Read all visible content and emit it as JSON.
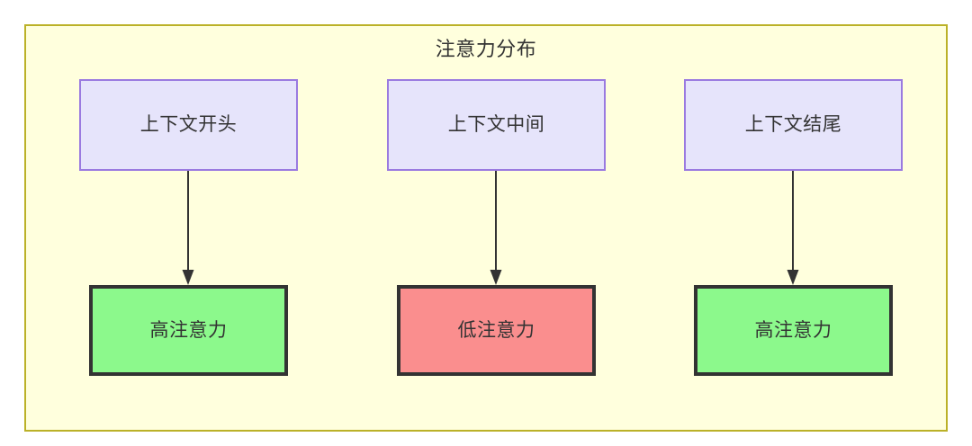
{
  "diagram": {
    "title": "注意力分布",
    "background_color": "#ffffff",
    "container": {
      "fill": "#ffffdd",
      "stroke": "#bbb128"
    },
    "nodes": {
      "context": [
        {
          "id": "context-start",
          "label": "上下文开头",
          "fill": "#e6e4fb",
          "stroke": "#9a7ae0"
        },
        {
          "id": "context-middle",
          "label": "上下文中间",
          "fill": "#e6e4fb",
          "stroke": "#9a7ae0"
        },
        {
          "id": "context-end",
          "label": "上下文结尾",
          "fill": "#e6e4fb",
          "stroke": "#9a7ae0"
        }
      ],
      "attention": [
        {
          "id": "attention-high-start",
          "label": "高注意力",
          "fill": "#8cf98c",
          "stroke": "#333333",
          "level": "high"
        },
        {
          "id": "attention-low-middle",
          "label": "低注意力",
          "fill": "#fa8e8e",
          "stroke": "#333333",
          "level": "low"
        },
        {
          "id": "attention-high-end",
          "label": "高注意力",
          "fill": "#8cf98c",
          "stroke": "#333333",
          "level": "high"
        }
      ]
    },
    "edges": [
      {
        "from": "context-start",
        "to": "attention-high-start",
        "label": "",
        "style": "arrow"
      },
      {
        "from": "context-middle",
        "to": "attention-low-middle",
        "label": "",
        "style": "arrow"
      },
      {
        "from": "context-end",
        "to": "attention-high-end",
        "label": "",
        "style": "arrow"
      }
    ]
  }
}
